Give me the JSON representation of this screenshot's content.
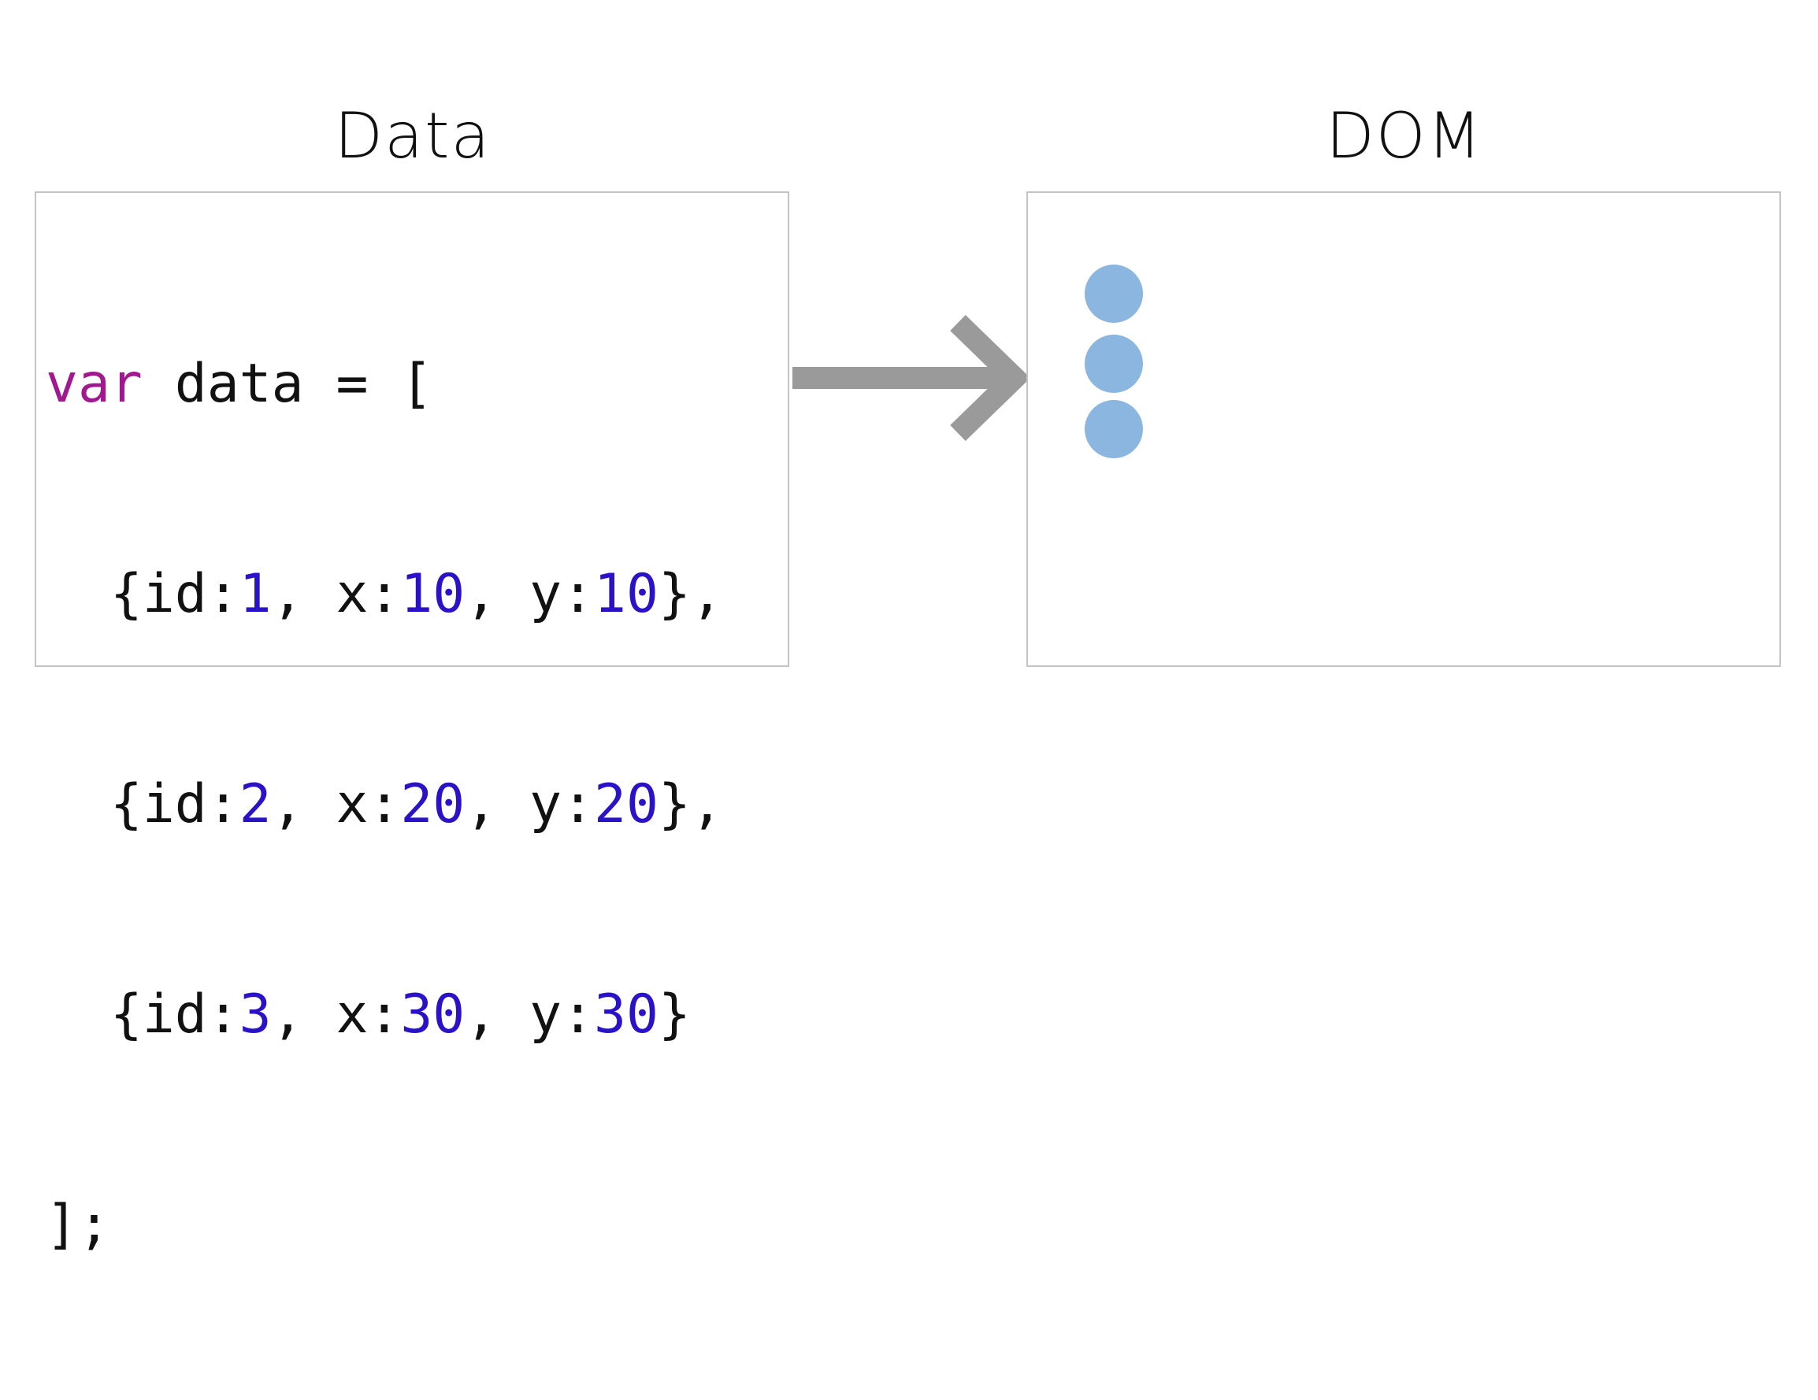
{
  "panels": {
    "data_title": "Data",
    "dom_title": "DOM"
  },
  "code": {
    "line1": {
      "keyword": "var",
      "rest": " data = ["
    },
    "items": [
      {
        "open": "  {id:",
        "id": "1",
        "x_label": ", x:",
        "x": "10",
        "y_label": ", y:",
        "y": "10",
        "close": "},"
      },
      {
        "open": "  {id:",
        "id": "2",
        "x_label": ", x:",
        "x": "20",
        "y_label": ", y:",
        "y": "20",
        "close": "},"
      },
      {
        "open": "  {id:",
        "id": "3",
        "x_label": ", x:",
        "x": "30",
        "y_label": ", y:",
        "y": "30",
        "close": "}"
      }
    ],
    "last_line": "];"
  },
  "dom_circles": [
    {
      "id": 1
    },
    {
      "id": 2
    },
    {
      "id": 3
    }
  ],
  "colors": {
    "keyword": "#a0198e",
    "number": "#2a12c8",
    "arrow": "#9a9a9a",
    "circle": "#8ab6e0",
    "panel_border": "#c4c4c4"
  }
}
